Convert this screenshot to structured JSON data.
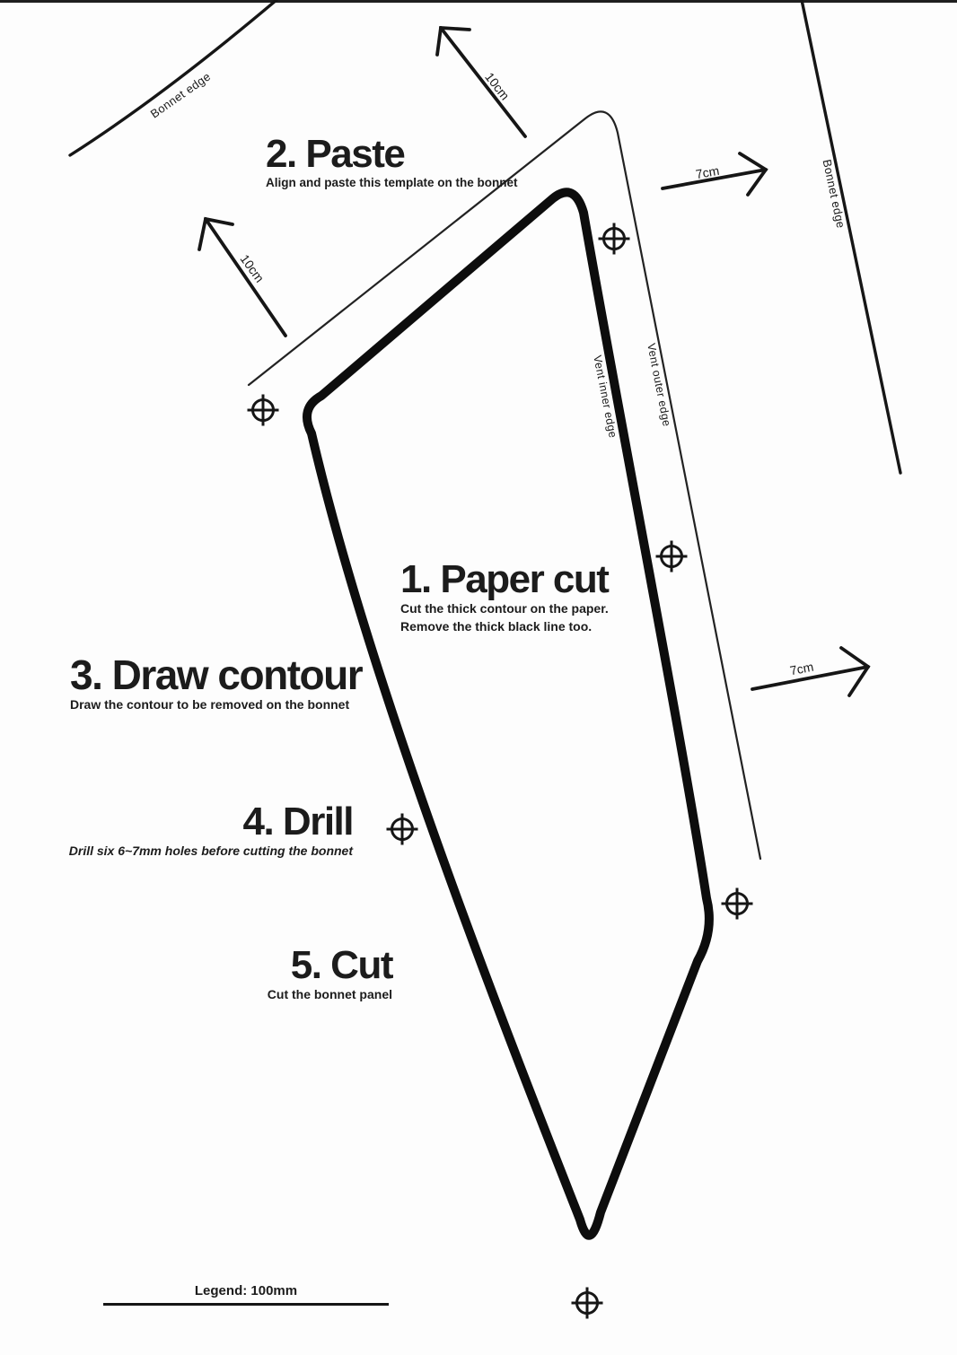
{
  "page": {
    "background": "#fdfdfd",
    "ink": "#161616"
  },
  "steps": {
    "paper_cut": {
      "title": "1. Paper cut",
      "line1": "Cut the thick contour on the paper.",
      "line2": "Remove the thick black line too."
    },
    "paste": {
      "title": "2. Paste",
      "desc": "Align and paste this template on the bonnet"
    },
    "draw_contour": {
      "title": "3. Draw contour",
      "desc": "Draw the contour to be removed on the bonnet"
    },
    "drill": {
      "title": "4. Drill",
      "desc": "Drill six 6~7mm holes before cutting the bonnet"
    },
    "cut": {
      "title": "5. Cut",
      "desc": "Cut the bonnet panel"
    }
  },
  "edge_labels": {
    "bonnet_edge_top_left": "Bonnet edge",
    "bonnet_edge_right": "Bonnet edge",
    "vent_inner_edge": "Vent inner edge",
    "vent_outer_edge": "Vent outer edge"
  },
  "dimensions": {
    "arrow_10cm_top": "10cm",
    "arrow_10cm_left": "10cm",
    "arrow_7cm_top": "7cm",
    "arrow_7cm_right": "7cm"
  },
  "legend": {
    "label": "Legend: 100mm"
  }
}
